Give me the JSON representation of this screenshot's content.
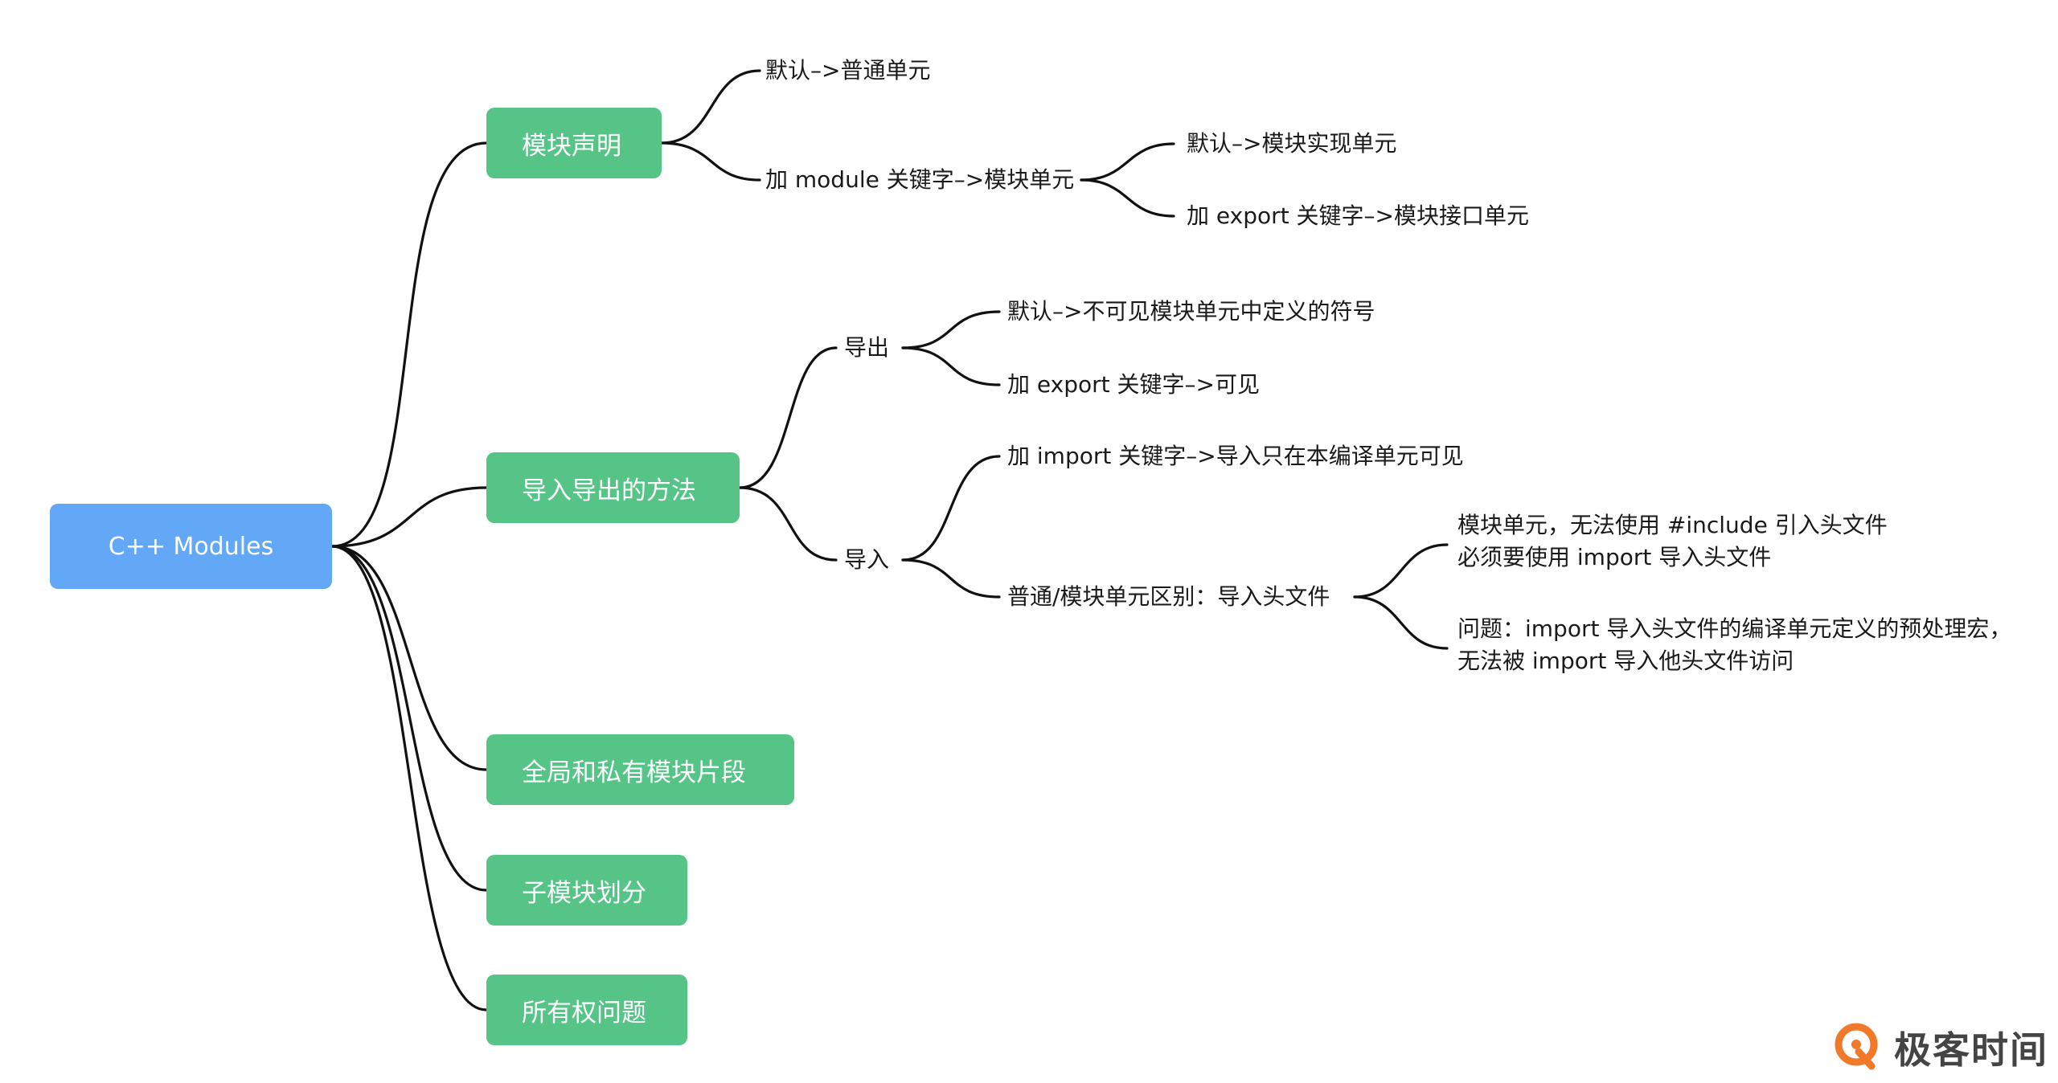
{
  "root": {
    "label": "C++ Modules"
  },
  "branches": {
    "decl": {
      "label": "模块声明"
    },
    "io": {
      "label": "导入导出的方法"
    },
    "frag": {
      "label": "全局和私有模块片段"
    },
    "sub": {
      "label": "子模块划分"
    },
    "own": {
      "label": "所有权问题"
    }
  },
  "decl_children": {
    "default_label": "默认–>普通单元",
    "module_kw_label": "加 module 关键字–>模块单元"
  },
  "module_kw_children": {
    "default_label": "默认–>模块实现单元",
    "export_label": "加 export 关键字–>模块接口单元"
  },
  "io_children": {
    "export_label": "导出",
    "import_label": "导入"
  },
  "export_children": {
    "default_label": "默认–>不可见模块单元中定义的符号",
    "export_kw_label": "加 export 关键字–>可见"
  },
  "import_children": {
    "import_kw_label": "加 import 关键字–>导入只在本编译单元可见",
    "diff_label": "普通/模块单元区别：导入头文件"
  },
  "diff_children": {
    "module_unit_line1": "模块单元，无法使用 #include 引入头文件",
    "module_unit_line2": "必须要使用 import 导入头文件",
    "problem_line1": "问题：import 导入头文件的编译单元定义的预处理宏，",
    "problem_line2": "无法被 import 导入他头文件访问"
  },
  "watermark": {
    "text": "极客时间"
  },
  "colors": {
    "root_fill": "#63a8f6",
    "branch_fill": "#55c486",
    "edge": "#111111",
    "logo_orange": "#f07a2a",
    "logo_text": "#444444"
  }
}
